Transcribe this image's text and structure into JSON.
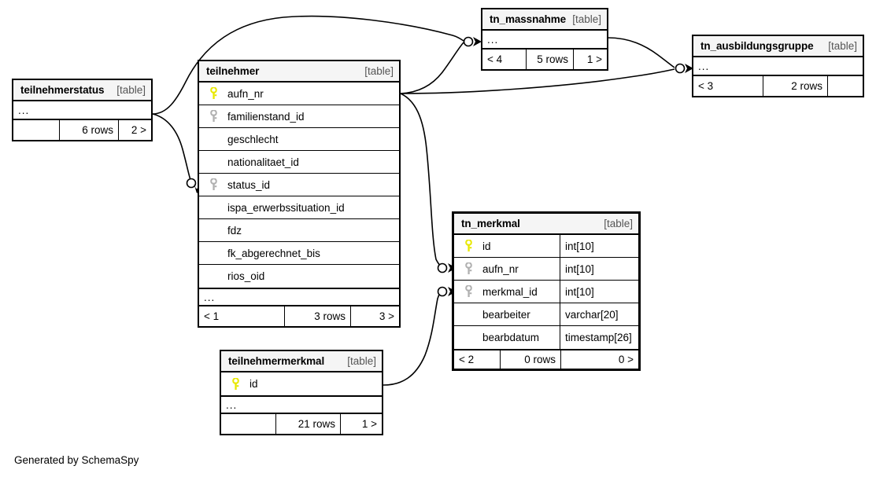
{
  "credit": "Generated by SchemaSpy",
  "kind_label": "[table]",
  "ellipsis": "...",
  "colors": {
    "primary_key": "#e8e800",
    "foreign_key": "#b0b0b0",
    "header_bg": "#f5f5f5",
    "border": "#000000",
    "background": "#ffffff"
  },
  "tables": {
    "teilnehmerstatus": {
      "name": "teilnehmerstatus",
      "kind": "[table]",
      "ellipsis": "...",
      "footer": {
        "left": "",
        "middle": "6 rows",
        "right": "2 >"
      }
    },
    "teilnehmer": {
      "name": "teilnehmer",
      "kind": "[table]",
      "ellipsis": "...",
      "columns": [
        {
          "key": "primary",
          "label": "aufn_nr"
        },
        {
          "key": "foreign",
          "label": "familienstand_id"
        },
        {
          "key": "none",
          "label": "geschlecht"
        },
        {
          "key": "none",
          "label": "nationalitaet_id"
        },
        {
          "key": "foreign",
          "label": "status_id"
        },
        {
          "key": "none",
          "label": "ispa_erwerbssituation_id"
        },
        {
          "key": "none",
          "label": "fdz"
        },
        {
          "key": "none",
          "label": "fk_abgerechnet_bis"
        },
        {
          "key": "none",
          "label": "rios_oid"
        }
      ],
      "footer": {
        "left": "< 1",
        "middle": "3 rows",
        "right": "3 >"
      }
    },
    "tn_massnahme": {
      "name": "tn_massnahme",
      "kind": "[table]",
      "ellipsis": "...",
      "footer": {
        "left": "< 4",
        "middle": "5 rows",
        "right": "1 >"
      }
    },
    "tn_ausbildungsgruppe": {
      "name": "tn_ausbildungsgruppe",
      "kind": "[table]",
      "ellipsis": "...",
      "footer": {
        "left": "< 3",
        "middle": "2 rows",
        "right": ""
      }
    },
    "tn_merkmal": {
      "name": "tn_merkmal",
      "kind": "[table]",
      "columns": [
        {
          "key": "primary",
          "label": "id",
          "type": "int[10]"
        },
        {
          "key": "foreign",
          "label": "aufn_nr",
          "type": "int[10]"
        },
        {
          "key": "foreign",
          "label": "merkmal_id",
          "type": "int[10]"
        },
        {
          "key": "none",
          "label": "bearbeiter",
          "type": "varchar[20]"
        },
        {
          "key": "none",
          "label": "bearbdatum",
          "type": "timestamp[26]"
        }
      ],
      "footer": {
        "left": "< 2",
        "middle": "0 rows",
        "right": "0 >"
      }
    },
    "teilnehmermerkmal": {
      "name": "teilnehmermerkmal",
      "kind": "[table]",
      "ellipsis": "...",
      "columns": [
        {
          "key": "primary",
          "label": "id"
        }
      ],
      "footer": {
        "left": "",
        "middle": "21 rows",
        "right": "1 >"
      }
    }
  }
}
